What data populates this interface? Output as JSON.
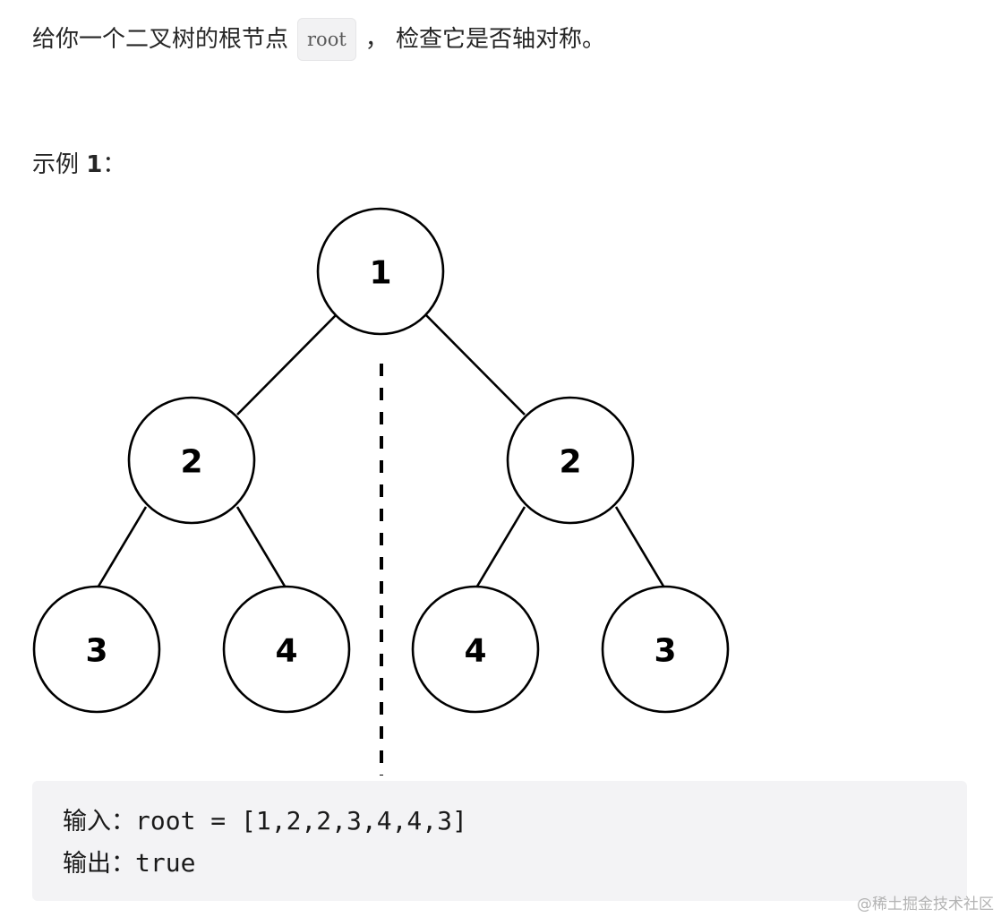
{
  "intro": {
    "before": "给你一个二叉树的根节点",
    "code": "root",
    "after": "， 检查它是否轴对称。"
  },
  "example": {
    "label": "示例",
    "number": "1",
    "colon": "："
  },
  "tree": {
    "root": "1",
    "left": "2",
    "right": "2",
    "left_left": "3",
    "left_right": "4",
    "right_left": "4",
    "right_right": "3"
  },
  "io": {
    "input_label": "输入：",
    "input_value": "root = [1,2,2,3,4,4,3]",
    "output_label": "输出：",
    "output_value": "true"
  },
  "watermark": "@稀土掘金技术社区"
}
